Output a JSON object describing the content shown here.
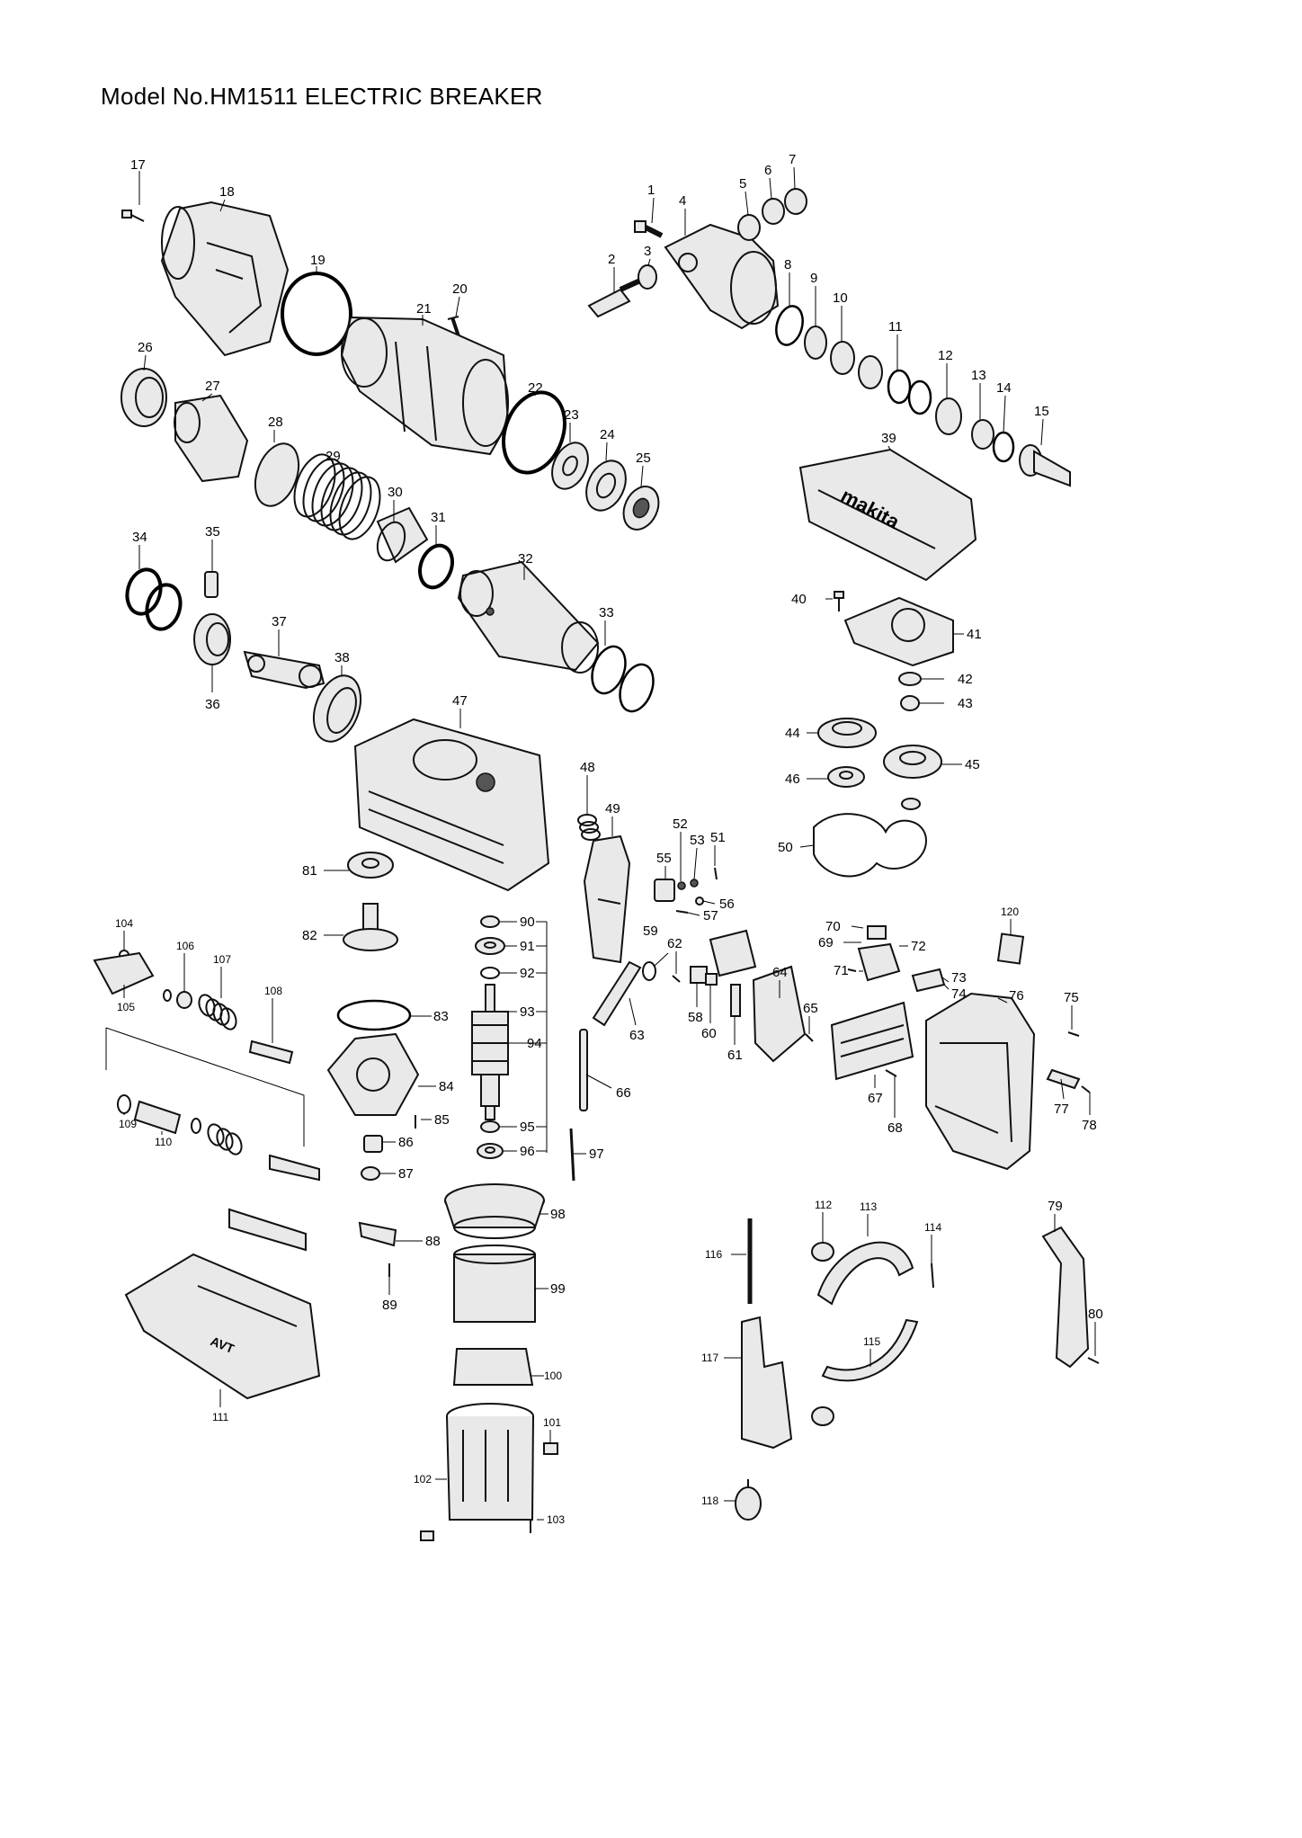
{
  "title": "Model No.HM1511 ELECTRIC BREAKER",
  "labels": {
    "p1": "1",
    "p2": "2",
    "p3": "3",
    "p4": "4",
    "p5": "5",
    "p6": "6",
    "p7": "7",
    "p8": "8",
    "p9": "9",
    "p10": "10",
    "p11": "11",
    "p12": "12",
    "p13": "13",
    "p14": "14",
    "p15": "15",
    "p17": "17",
    "p18": "18",
    "p19": "19",
    "p20": "20",
    "p21": "21",
    "p22": "22",
    "p23": "23",
    "p24": "24",
    "p25": "25",
    "p26": "26",
    "p27": "27",
    "p28": "28",
    "p29": "29",
    "p30": "30",
    "p31": "31",
    "p32": "32",
    "p33": "33",
    "p34": "34",
    "p35": "35",
    "p36": "36",
    "p37": "37",
    "p38": "38",
    "p39": "39",
    "p40": "40",
    "p41": "41",
    "p42": "42",
    "p43": "43",
    "p44": "44",
    "p45": "45",
    "p46": "46",
    "p47": "47",
    "p48": "48",
    "p49": "49",
    "p50": "50",
    "p51": "51",
    "p52": "52",
    "p53": "53",
    "p55": "55",
    "p56": "56",
    "p57": "57",
    "p58": "58",
    "p59": "59",
    "p60": "60",
    "p61": "61",
    "p62": "62",
    "p63": "63",
    "p64": "64",
    "p65": "65",
    "p66": "66",
    "p67": "67",
    "p68": "68",
    "p69": "69",
    "p70": "70",
    "p71": "71",
    "p72": "72",
    "p73": "73",
    "p74": "74",
    "p75": "75",
    "p76": "76",
    "p77": "77",
    "p78": "78",
    "p79": "79",
    "p80": "80",
    "p81": "81",
    "p82": "82",
    "p83": "83",
    "p84": "84",
    "p85": "85",
    "p86": "86",
    "p87": "87",
    "p88": "88",
    "p89": "89",
    "p90": "90",
    "p91": "91",
    "p92": "92",
    "p93": "93",
    "p94": "94",
    "p95": "95",
    "p96": "96",
    "p97": "97",
    "p98": "98",
    "p99": "99",
    "p100": "100",
    "p101": "101",
    "p102": "102",
    "p103": "103",
    "p104": "104",
    "p105": "105",
    "p106": "106",
    "p107": "107",
    "p108": "108",
    "p109": "109",
    "p110": "110",
    "p111": "111",
    "p112": "112",
    "p113": "113",
    "p114": "114",
    "p115": "115",
    "p116": "116",
    "p117": "117",
    "p118": "118",
    "p120": "120"
  },
  "markings": {
    "cover_logo": "makita",
    "tray_logo": "AVT"
  }
}
